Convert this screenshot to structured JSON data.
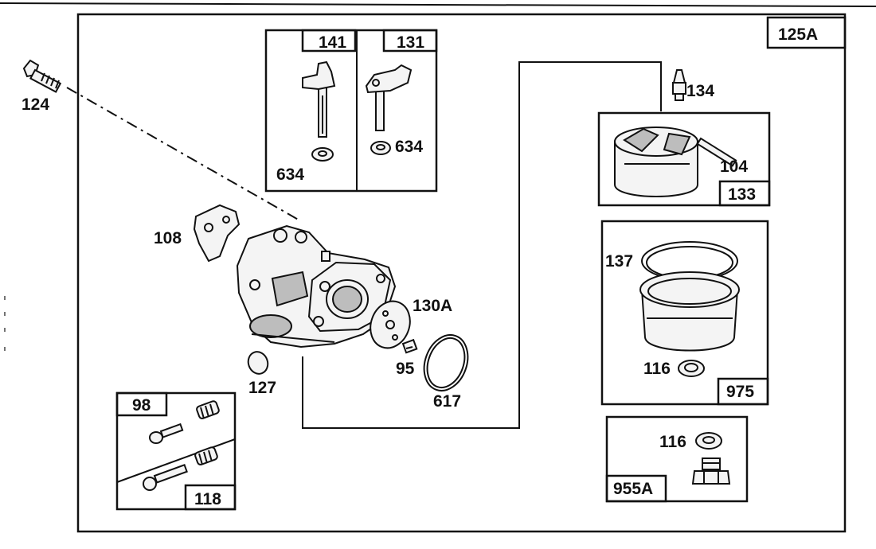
{
  "assembly_label": "125A",
  "callouts": {
    "p124": "124",
    "p141": "141",
    "p131": "131",
    "p634a": "634",
    "p634b": "634",
    "p134": "134",
    "p104": "104",
    "p133": "133",
    "p108": "108",
    "p137": "137",
    "p130A": "130A",
    "p95": "95",
    "p617": "617",
    "p127": "127",
    "p116a": "116",
    "p975": "975",
    "p98": "98",
    "p118": "118",
    "p116b": "116",
    "p955A": "955A"
  }
}
